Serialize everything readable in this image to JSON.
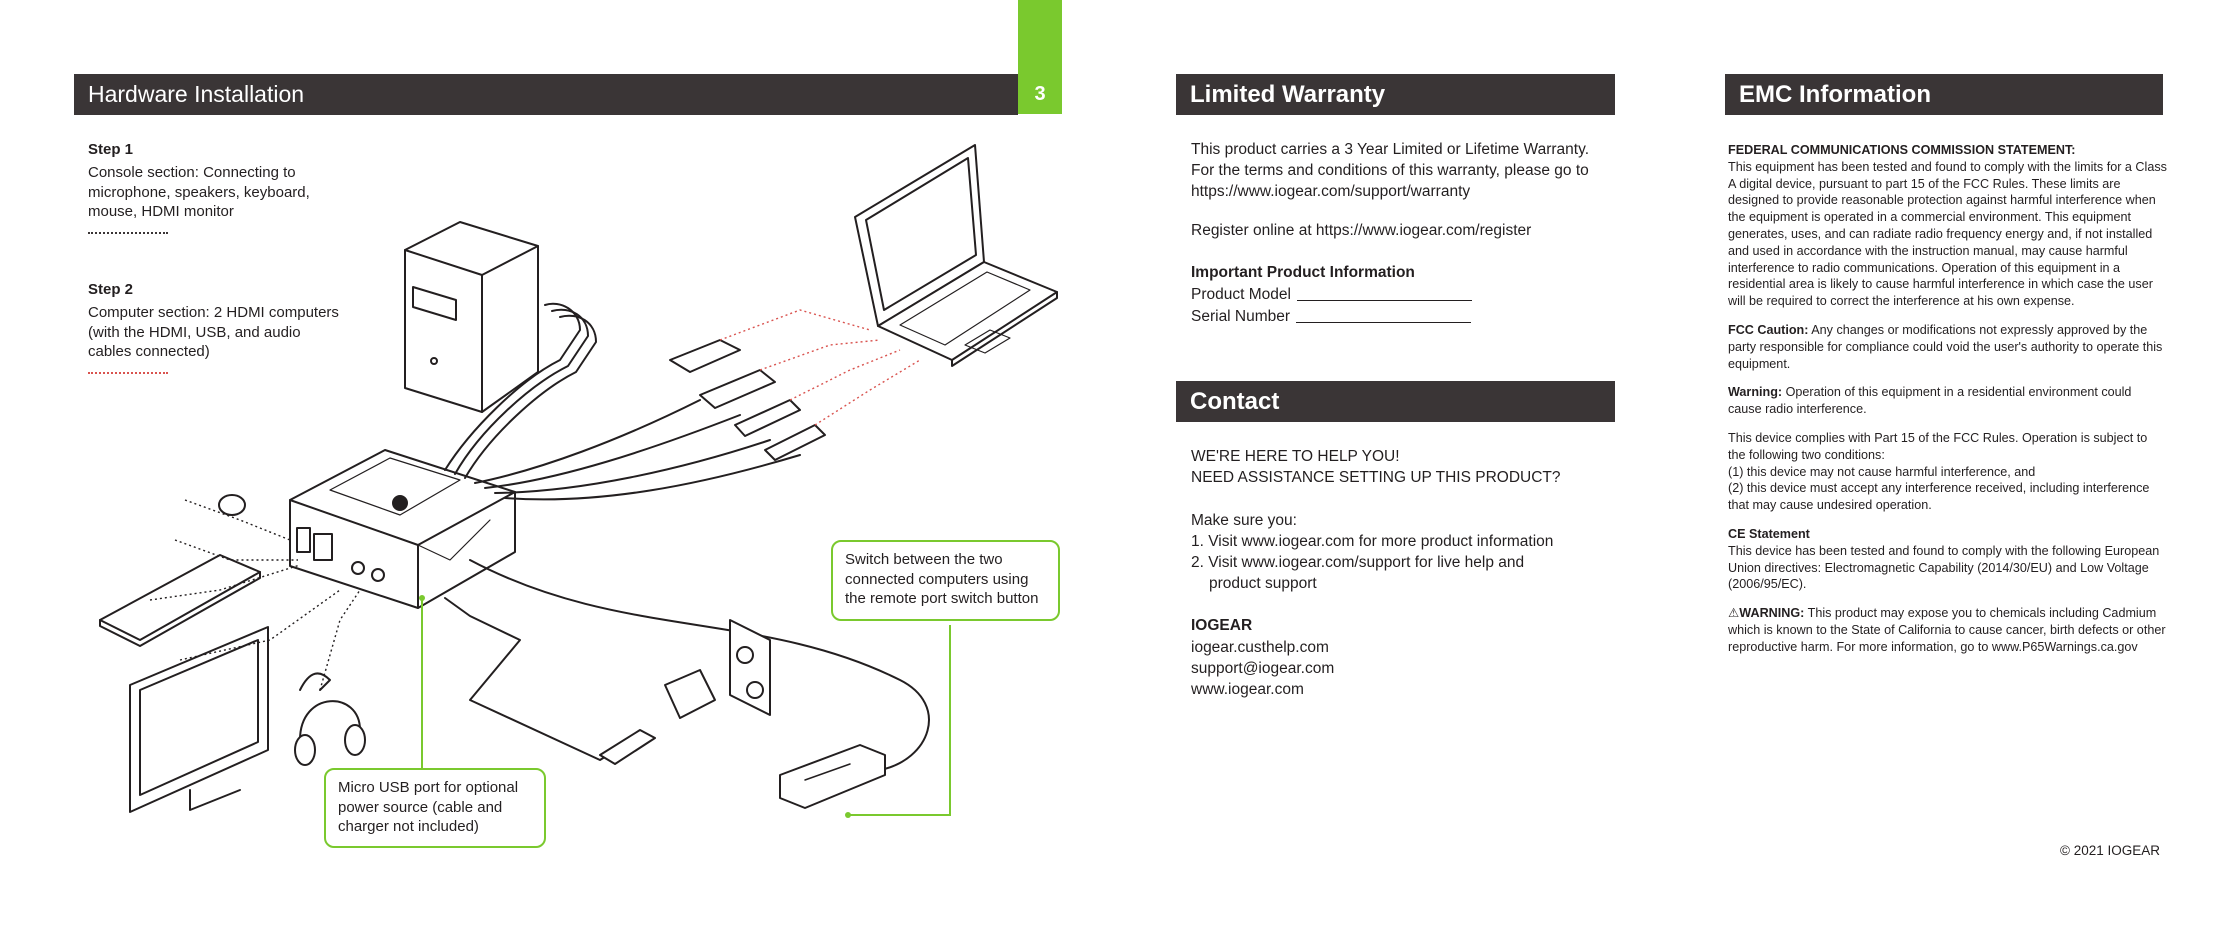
{
  "hardware": {
    "title": "Hardware Installation",
    "page_number": "3",
    "step1_title": "Step 1",
    "step1_text": "Console section: Connecting to microphone, speakers, keyboard, mouse, HDMI monitor",
    "step2_title": "Step 2",
    "step2_text": "Computer section: 2 HDMI computers (with the HDMI, USB, and audio cables connected)",
    "callout_switch": "Switch between the two connected computers using the remote port switch button",
    "callout_usb": "Micro USB port for optional power source (cable and charger not included)"
  },
  "warranty": {
    "title": "Limited Warranty",
    "paragraph": "This product carries a 3 Year Limited or Lifetime Warranty. For the terms and conditions of this warranty, please go to https://www.iogear.com/support/warranty",
    "register": "Register online at https://www.iogear.com/register",
    "important_heading": "Important Product Information",
    "product_model_label": "Product Model",
    "serial_number_label": "Serial Number"
  },
  "contact": {
    "title": "Contact",
    "line1": "WE'RE HERE TO HELP YOU!",
    "line2": "NEED ASSISTANCE SETTING UP THIS PRODUCT?",
    "make_sure": "Make sure you:",
    "item1": "1. Visit www.iogear.com for more product information",
    "item2a": "2. Visit www.iogear.com/support for live help and",
    "item2b": "product support",
    "brand": "IOGEAR",
    "link1": "iogear.custhelp.com",
    "link2": "support@iogear.com",
    "link3": "www.iogear.com"
  },
  "emc": {
    "title": "EMC Information",
    "fcc_heading": "FEDERAL COMMUNICATIONS COMMISSION STATEMENT:",
    "fcc_text": "This equipment has been tested and found to comply with the limits for a Class A digital device, pursuant to part 15 of the FCC Rules. These limits are designed to provide reasonable protection against harmful interference when the equipment is operated in a commercial environment. This equipment generates, uses, and can radiate radio frequency energy and, if not installed and used in accordance with the instruction manual, may cause harmful interference to radio communications. Operation of this equipment in a residential area is likely to cause harmful interference in which case the user will be required to correct the interference at his own expense.",
    "caution_label": "FCC Caution:",
    "caution_text": "Any changes or modifications not expressly approved by the party responsible for compliance could void the user's authority to operate this equipment.",
    "warning_label": "Warning:",
    "warning_text": "Operation of this equipment in a residential environment could cause radio interference.",
    "part15_intro": "This device complies with Part 15 of the FCC Rules. Operation is subject to the following two conditions:",
    "cond1": "(1)  this device may not cause harmful interference, and",
    "cond2": "(2)  this device must accept any interference received, including interference that may cause undesired operation.",
    "ce_heading": "CE Statement",
    "ce_text": "This device has been tested and found to comply with the following European Union directives: Electromagnetic Capability (2014/30/EU) and Low Voltage (2006/95/EC).",
    "p65_label": "WARNING:",
    "p65_text": "This product may expose you to chemicals including Cadmium which is known to the State of California to cause cancer, birth defects or other reproductive harm. For more information, go to www.P65Warnings.ca.gov"
  },
  "copyright": "© 2021 IOGEAR"
}
